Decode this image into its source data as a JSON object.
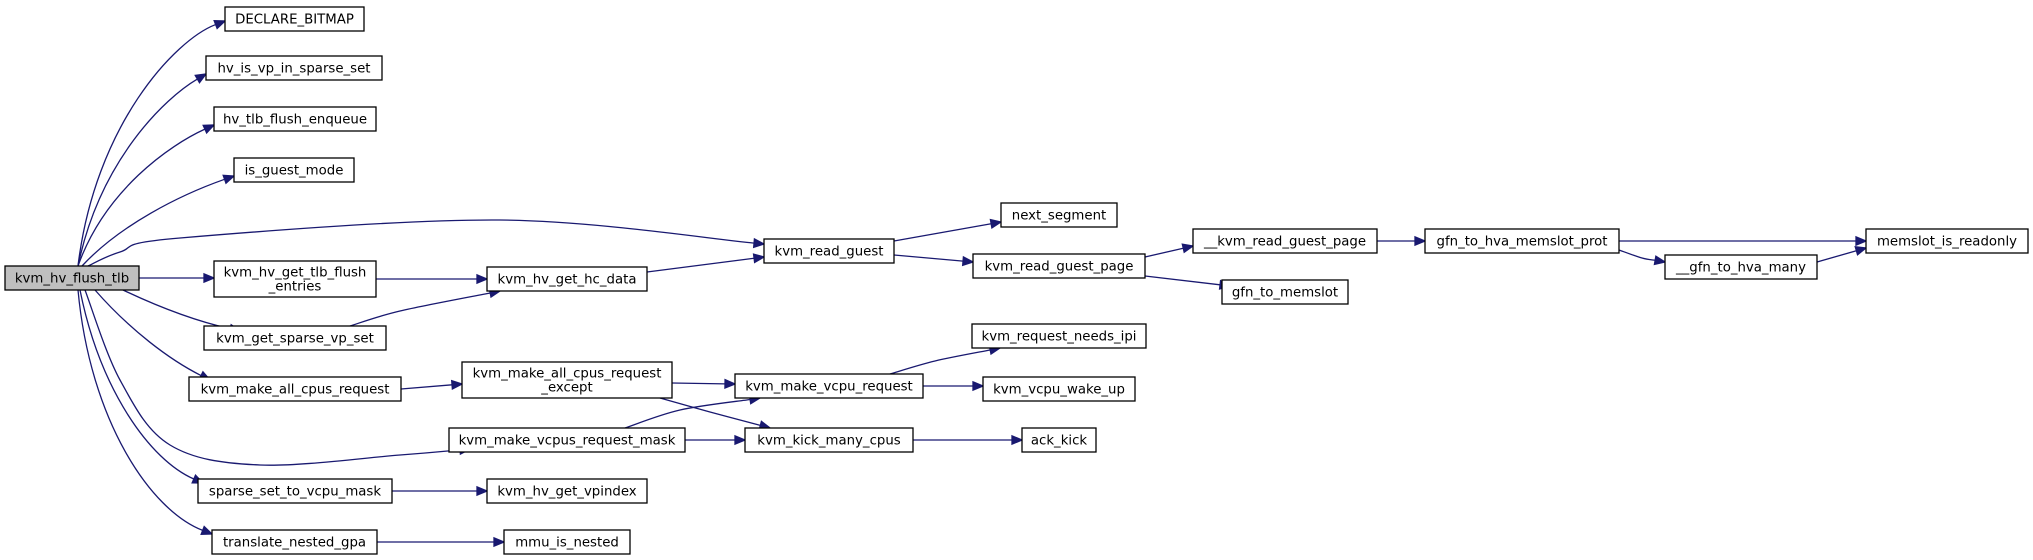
{
  "graph": {
    "nodes": [
      {
        "id": "root",
        "lines": [
          "kvm_hv_flush_tlb"
        ],
        "root": true
      },
      {
        "id": "n_declare_bitmap",
        "lines": [
          "DECLARE_BITMAP"
        ]
      },
      {
        "id": "n_hv_is_vp",
        "lines": [
          "hv_is_vp_in_sparse_set"
        ]
      },
      {
        "id": "n_hv_tlb_enq",
        "lines": [
          "hv_tlb_flush_enqueue"
        ]
      },
      {
        "id": "n_is_guest",
        "lines": [
          "is_guest_mode"
        ]
      },
      {
        "id": "n_get_tlb",
        "lines": [
          "kvm_hv_get_tlb_flush",
          "_entries"
        ]
      },
      {
        "id": "n_get_sparse",
        "lines": [
          "kvm_get_sparse_vp_set"
        ]
      },
      {
        "id": "n_make_all",
        "lines": [
          "kvm_make_all_cpus_request"
        ]
      },
      {
        "id": "n_make_mask",
        "lines": [
          "kvm_make_vcpus_request_mask"
        ]
      },
      {
        "id": "n_sparse_mask",
        "lines": [
          "sparse_set_to_vcpu_mask"
        ]
      },
      {
        "id": "n_translate",
        "lines": [
          "translate_nested_gpa"
        ]
      },
      {
        "id": "n_hc_data",
        "lines": [
          "kvm_hv_get_hc_data"
        ]
      },
      {
        "id": "n_make_all_ex",
        "lines": [
          "kvm_make_all_cpus_request",
          "_except"
        ]
      },
      {
        "id": "n_vpindex",
        "lines": [
          "kvm_hv_get_vpindex"
        ]
      },
      {
        "id": "n_mmu_nested",
        "lines": [
          "mmu_is_nested"
        ]
      },
      {
        "id": "n_read_guest",
        "lines": [
          "kvm_read_guest"
        ]
      },
      {
        "id": "n_vcpu_req",
        "lines": [
          "kvm_make_vcpu_request"
        ]
      },
      {
        "id": "n_kick_many",
        "lines": [
          "kvm_kick_many_cpus"
        ]
      },
      {
        "id": "n_next_seg",
        "lines": [
          "next_segment"
        ]
      },
      {
        "id": "n_read_page",
        "lines": [
          "kvm_read_guest_page"
        ]
      },
      {
        "id": "n_needs_ipi",
        "lines": [
          "kvm_request_needs_ipi"
        ]
      },
      {
        "id": "n_wake_up",
        "lines": [
          "kvm_vcpu_wake_up"
        ]
      },
      {
        "id": "n_ack_kick",
        "lines": [
          "ack_kick"
        ]
      },
      {
        "id": "n_read_page2",
        "lines": [
          "__kvm_read_guest_page"
        ]
      },
      {
        "id": "n_gfn_memslot",
        "lines": [
          "gfn_to_memslot"
        ]
      },
      {
        "id": "n_gfn_hva_prot",
        "lines": [
          "gfn_to_hva_memslot_prot"
        ]
      },
      {
        "id": "n_gfn_hva_many",
        "lines": [
          "__gfn_to_hva_many"
        ]
      },
      {
        "id": "n_readonly",
        "lines": [
          "memslot_is_readonly"
        ]
      }
    ],
    "edges": [
      {
        "from": "root",
        "to": "n_declare_bitmap"
      },
      {
        "from": "root",
        "to": "n_hv_is_vp"
      },
      {
        "from": "root",
        "to": "n_hv_tlb_enq"
      },
      {
        "from": "root",
        "to": "n_is_guest"
      },
      {
        "from": "root",
        "to": "n_read_guest"
      },
      {
        "from": "root",
        "to": "n_get_tlb"
      },
      {
        "from": "root",
        "to": "n_get_sparse"
      },
      {
        "from": "root",
        "to": "n_make_all"
      },
      {
        "from": "root",
        "to": "n_make_mask"
      },
      {
        "from": "root",
        "to": "n_sparse_mask"
      },
      {
        "from": "root",
        "to": "n_translate"
      },
      {
        "from": "n_get_tlb",
        "to": "n_hc_data"
      },
      {
        "from": "n_get_sparse",
        "to": "n_hc_data"
      },
      {
        "from": "n_hc_data",
        "to": "n_read_guest"
      },
      {
        "from": "n_read_guest",
        "to": "n_next_seg"
      },
      {
        "from": "n_read_guest",
        "to": "n_read_page"
      },
      {
        "from": "n_read_page",
        "to": "n_read_page2"
      },
      {
        "from": "n_read_page",
        "to": "n_gfn_memslot"
      },
      {
        "from": "n_read_page2",
        "to": "n_gfn_hva_prot"
      },
      {
        "from": "n_gfn_hva_prot",
        "to": "n_readonly"
      },
      {
        "from": "n_gfn_hva_prot",
        "to": "n_gfn_hva_many"
      },
      {
        "from": "n_gfn_hva_many",
        "to": "n_readonly"
      },
      {
        "from": "n_make_all",
        "to": "n_make_all_ex"
      },
      {
        "from": "n_make_all_ex",
        "to": "n_vcpu_req"
      },
      {
        "from": "n_make_all_ex",
        "to": "n_kick_many"
      },
      {
        "from": "n_make_mask",
        "to": "n_vcpu_req"
      },
      {
        "from": "n_make_mask",
        "to": "n_kick_many"
      },
      {
        "from": "n_vcpu_req",
        "to": "n_needs_ipi"
      },
      {
        "from": "n_vcpu_req",
        "to": "n_wake_up"
      },
      {
        "from": "n_kick_many",
        "to": "n_ack_kick"
      },
      {
        "from": "n_sparse_mask",
        "to": "n_vpindex"
      },
      {
        "from": "n_translate",
        "to": "n_mmu_nested"
      }
    ]
  },
  "colors": {
    "edge": "#191970",
    "root_fill": "#bfbfbf",
    "node_fill": "#ffffff",
    "node_stroke": "#000000"
  }
}
